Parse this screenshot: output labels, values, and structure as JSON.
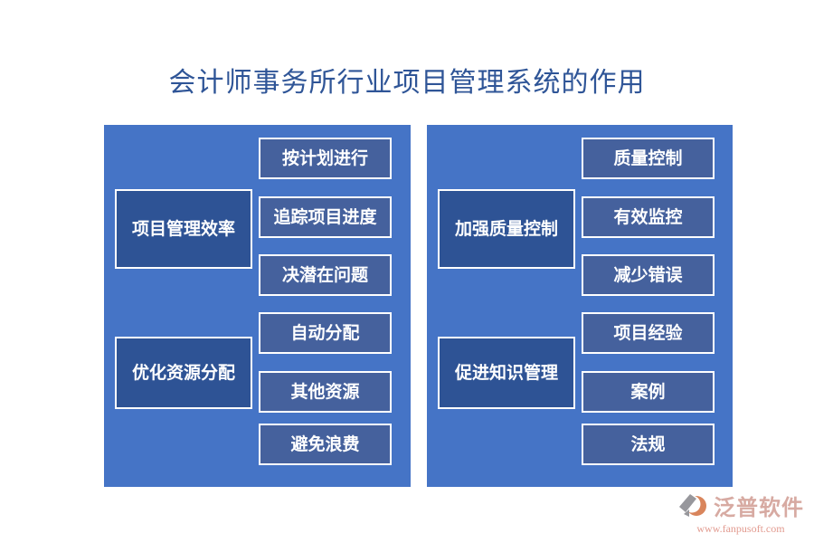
{
  "title": "会计师事务所行业项目管理系统的作用",
  "colors": {
    "panel_bg": "#4574c6",
    "cause_box_bg": "#2e5395",
    "item_box_bg": "#45619d",
    "box_border": "#ffffff",
    "title_text": "#2f5597",
    "box_text": "#ffffff",
    "watermark_brand": "#d7aaa2",
    "watermark_url": "#e29b90",
    "logo_gray": "#97979c",
    "logo_orange": "#d9855c"
  },
  "panels": [
    {
      "groups": [
        {
          "label": "项目管理效率",
          "items": [
            "按计划进行",
            "追踪项目进度",
            "决潜在问题"
          ]
        },
        {
          "label": "优化资源分配",
          "items": [
            "自动分配",
            "其他资源",
            "避免浪费"
          ]
        }
      ]
    },
    {
      "groups": [
        {
          "label": "加强质量控制",
          "items": [
            "质量控制",
            "有效监控",
            "减少错误"
          ]
        },
        {
          "label": "促进知识管理",
          "items": [
            "项目经验",
            "案例",
            "法规"
          ]
        }
      ]
    }
  ],
  "watermark": {
    "brand": "泛普软件",
    "url": "www.fanpusoft.com",
    "logo": "fanpu-logo-icon"
  }
}
